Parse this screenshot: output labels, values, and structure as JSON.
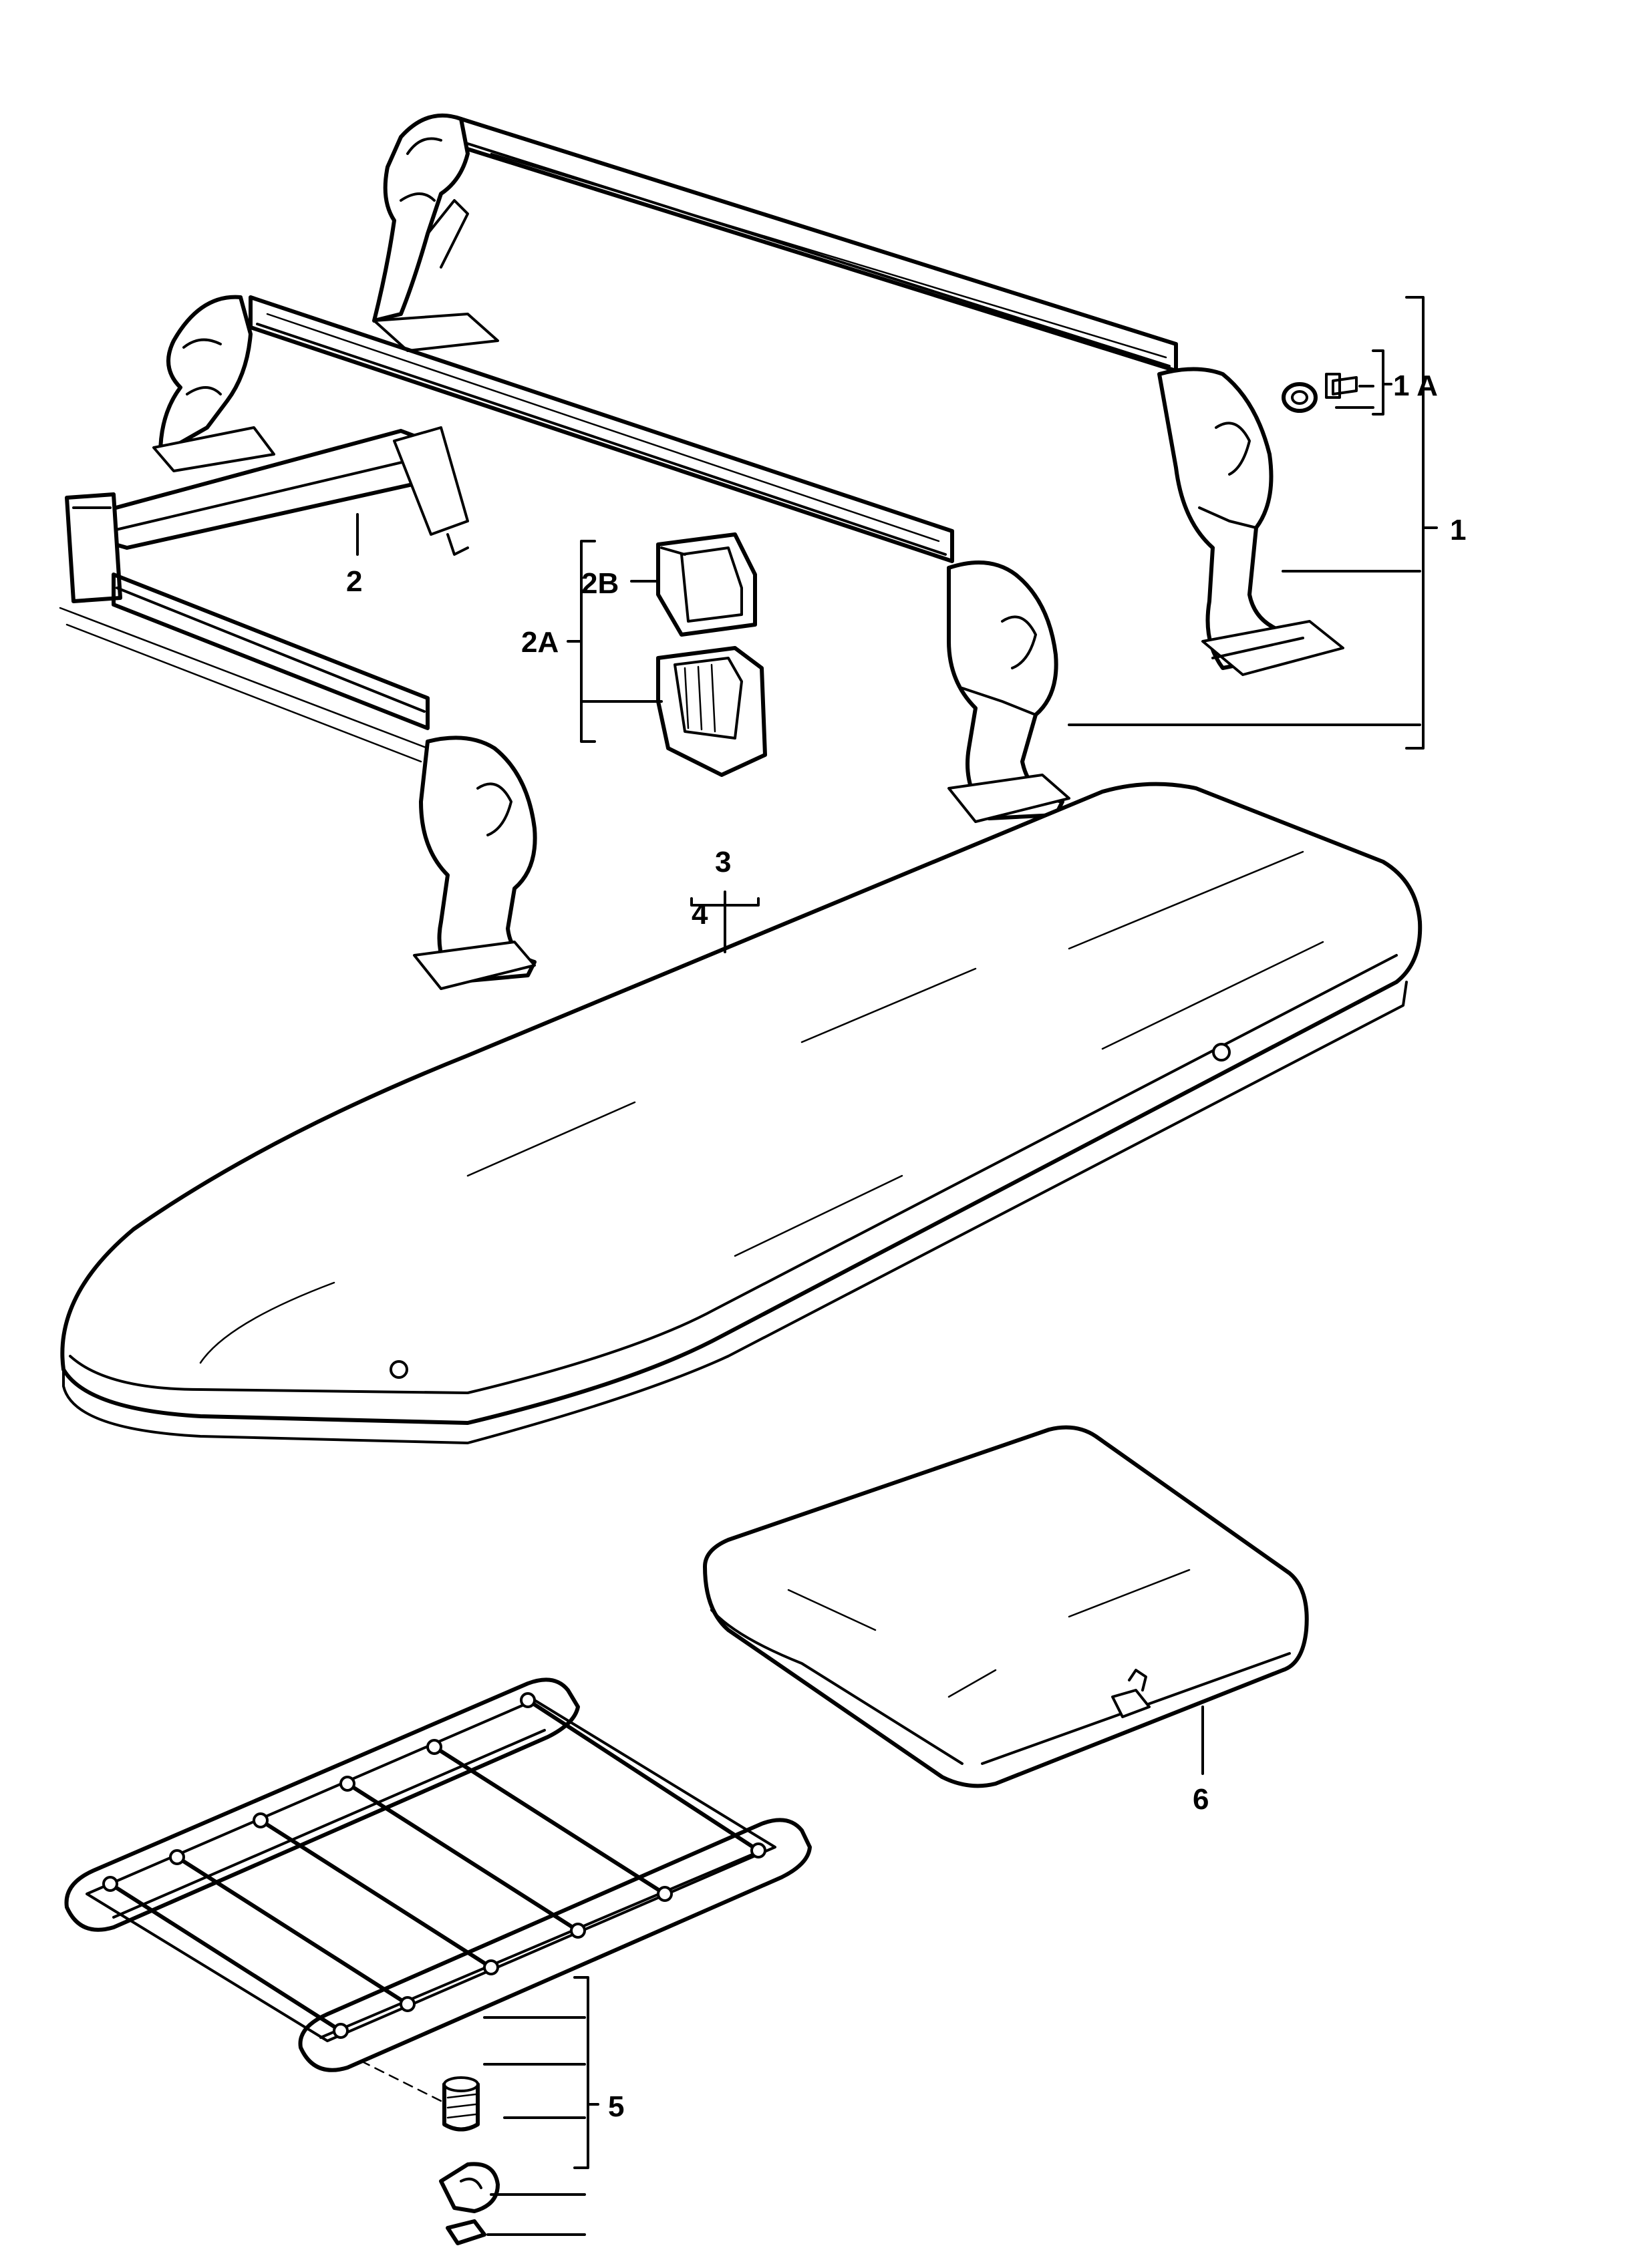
{
  "labels": {
    "l1": "1",
    "l1a": "1 A",
    "l2": "2",
    "l2a": "2A",
    "l2b": "2B",
    "l3": "3",
    "l4": "4",
    "l5": "5",
    "l6": "6"
  }
}
